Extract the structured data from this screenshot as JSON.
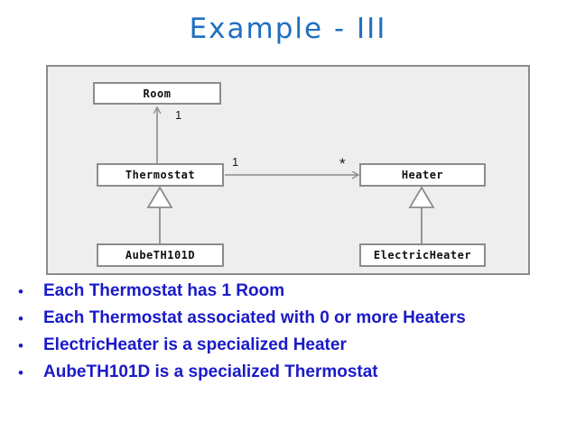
{
  "slide": {
    "title": "Example - III",
    "title_color": "#1F6FBF",
    "body_text_color": "#1A1AC8"
  },
  "diagram": {
    "type": "uml-class-diagram",
    "panel_background": "#eeeeee",
    "panel_border_color": "#8c8c8c",
    "classes": [
      {
        "id": "room",
        "label": "Room"
      },
      {
        "id": "thermostat",
        "label": "Thermostat"
      },
      {
        "id": "heater",
        "label": "Heater"
      },
      {
        "id": "aubeth101d",
        "label": "AubeTH101D"
      },
      {
        "id": "electricheater",
        "label": "ElectricHeater"
      }
    ],
    "relationships": [
      {
        "kind": "association",
        "from": "thermostat",
        "to": "room",
        "source_multiplicity": "",
        "target_multiplicity": "1"
      },
      {
        "kind": "association",
        "from": "thermostat",
        "to": "heater",
        "source_multiplicity": "1",
        "target_multiplicity": "*"
      },
      {
        "kind": "generalization",
        "from": "aubeth101d",
        "to": "thermostat"
      },
      {
        "kind": "generalization",
        "from": "electricheater",
        "to": "heater"
      }
    ],
    "multiplicity_labels": {
      "room_end": "1",
      "thermostat_end": "1",
      "heater_end": "*"
    }
  },
  "bullets": [
    {
      "marker": "•",
      "text": "Each Thermostat has 1 Room"
    },
    {
      "marker": "•",
      "text": "Each Thermostat associated with 0 or more Heaters"
    },
    {
      "marker": "•",
      "text": "ElectricHeater is a specialized Heater"
    },
    {
      "marker": "•",
      "text": "AubeTH101D is a specialized Thermostat"
    }
  ]
}
